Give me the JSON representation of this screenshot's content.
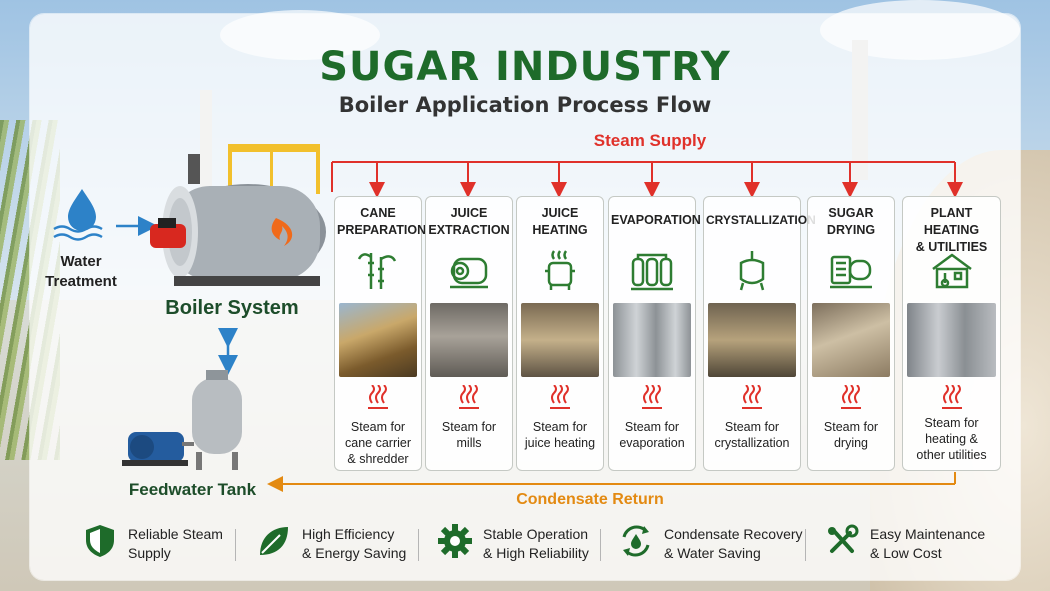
{
  "title": "SUGAR INDUSTRY",
  "subtitle": "Boiler Application Process Flow",
  "steam_supply_label": "Steam Supply",
  "condensate_label": "Condensate Return",
  "water_treatment_label": "Water\nTreatment",
  "boiler_label": "Boiler System",
  "feedwater_label": "Feedwater Tank",
  "colors": {
    "title_green": "#1e6b2a",
    "steam_red": "#e0312a",
    "condensate_orange": "#e38a12",
    "icon_green": "#2e7d32"
  },
  "stages": [
    {
      "title": "CANE\nPREPARATION",
      "icon": "sugarcane-icon",
      "desc": "Steam for\ncane carrier\n& shredder"
    },
    {
      "title": "JUICE\nEXTRACTION",
      "icon": "mill-roller-icon",
      "desc": "Steam for\nmills"
    },
    {
      "title": "JUICE\nHEATING",
      "icon": "heating-tank-icon",
      "desc": "Steam for\njuice heating"
    },
    {
      "title": "EVAPORATION",
      "icon": "evaporator-icon",
      "desc": "Steam for\nevaporation"
    },
    {
      "title": "CRYSTALLIZATION",
      "icon": "crystallizer-icon",
      "desc": "Steam for\ncrystallization"
    },
    {
      "title": "SUGAR\nDRYING",
      "icon": "dryer-icon",
      "desc": "Steam for\ndrying"
    },
    {
      "title": "PLANT HEATING\n& UTILITIES",
      "icon": "plant-heating-icon",
      "desc": "Steam for\nheating &\nother utilities"
    }
  ],
  "benefits": [
    {
      "label": "Reliable Steam\nSupply",
      "icon": "shield-icon"
    },
    {
      "label": "High Efficiency\n& Energy Saving",
      "icon": "leaf-icon"
    },
    {
      "label": "Stable Operation\n& High Reliability",
      "icon": "gear-icon"
    },
    {
      "label": "Condensate Recovery\n& Water Saving",
      "icon": "recycle-drop-icon"
    },
    {
      "label": "Easy Maintenance\n& Low Cost",
      "icon": "tools-icon"
    }
  ]
}
